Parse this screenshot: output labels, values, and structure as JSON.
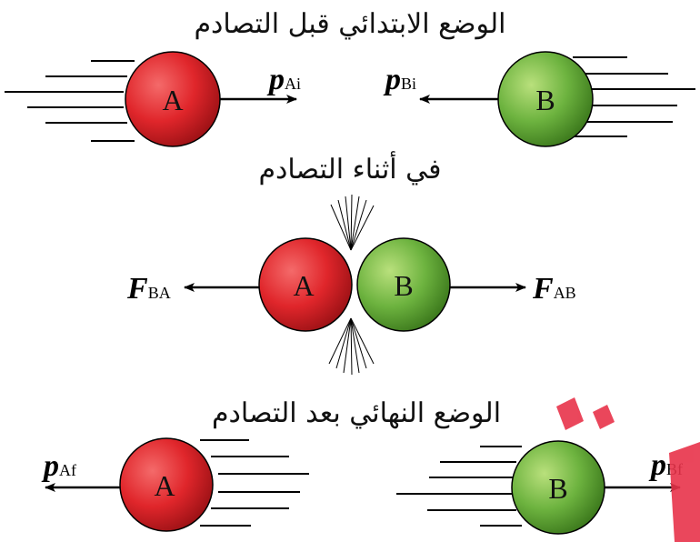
{
  "titles": {
    "before": "الوضع الابتدائي قبل التصادم",
    "during": "في أثناء التصادم",
    "after": "الوضع النهائي بعد التصادم"
  },
  "balls": {
    "a_label": "A",
    "b_label": "B",
    "a_color": "#e0262b",
    "b_color": "#6db33f"
  },
  "vectors": {
    "p_symbol": "p",
    "f_symbol": "F",
    "p_ai_sub": "Ai",
    "p_bi_sub": "Bi",
    "f_ba_sub": "BA",
    "f_ab_sub": "AB",
    "p_af_sub": "Af",
    "p_bf_sub": "Bf"
  },
  "watermark": {
    "color": "#e8334a"
  }
}
